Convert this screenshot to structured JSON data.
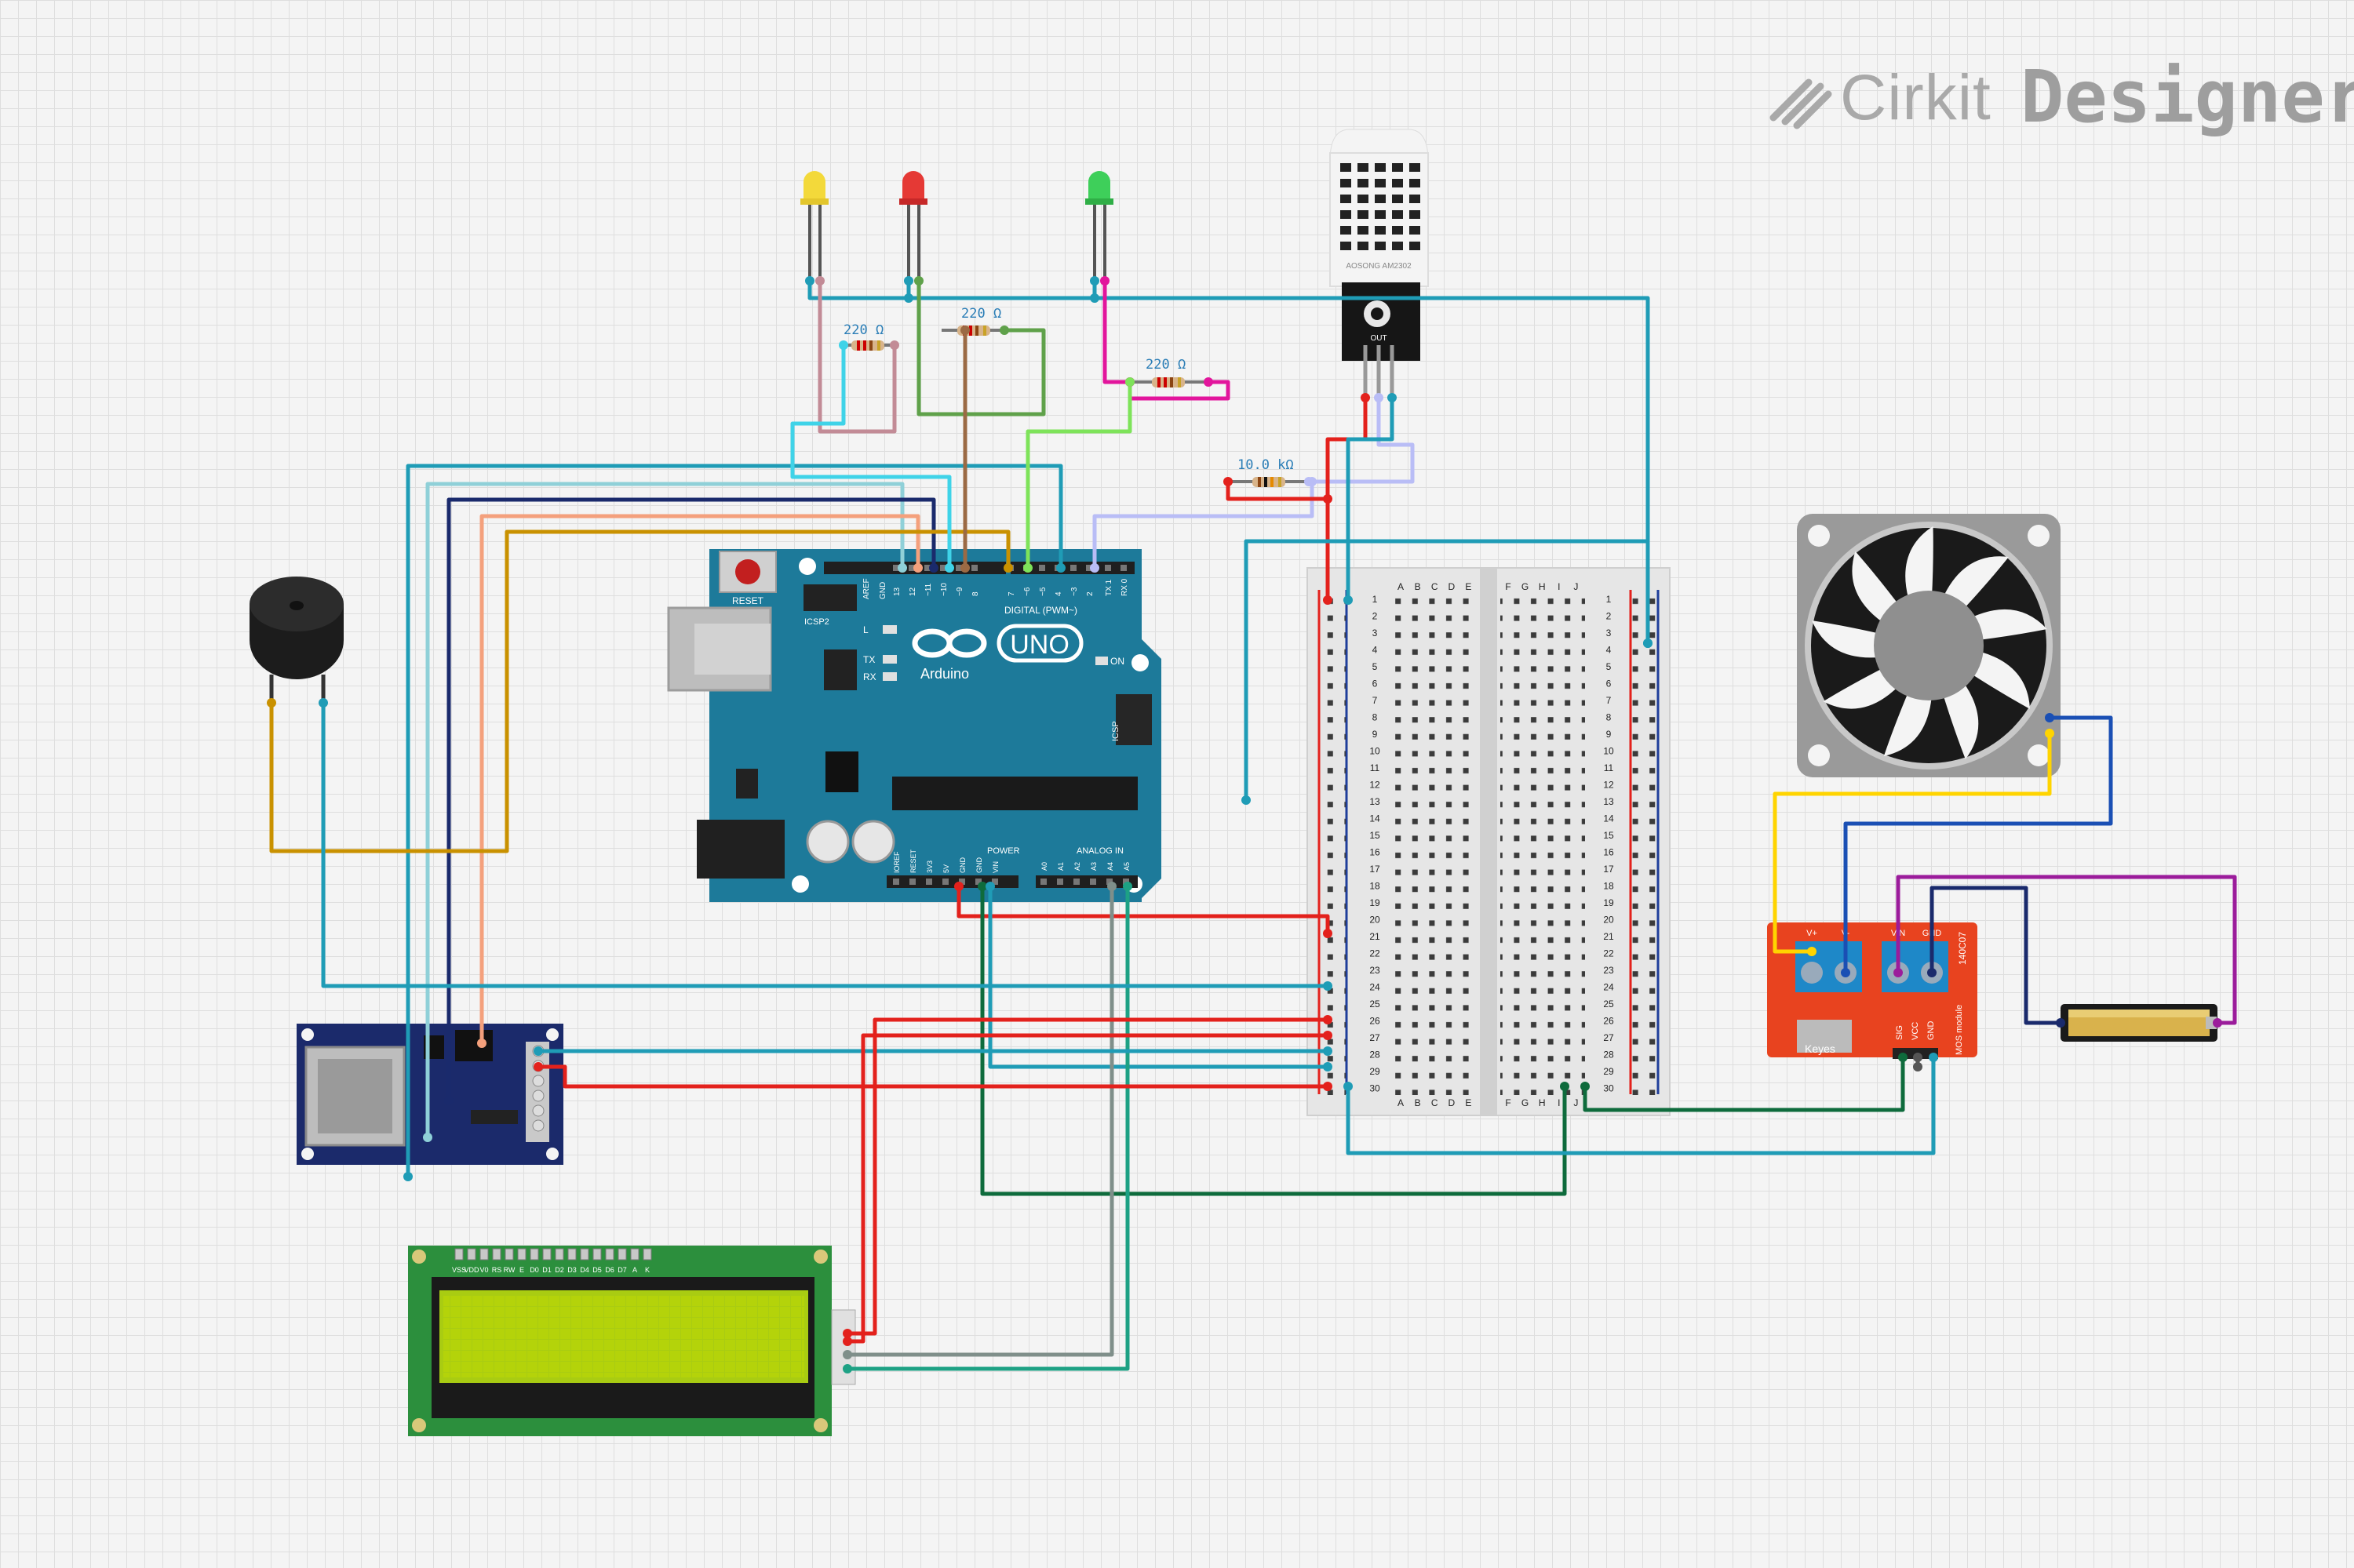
{
  "brand": {
    "logo_part1": "Cirkit",
    "logo_part2": "Designer"
  },
  "arduino": {
    "brand": "Arduino",
    "model": "UNO",
    "reset_label": "RESET",
    "icsp2_label": "ICSP2",
    "icsp_label": "ICSP",
    "on_label": "ON",
    "l_label": "L",
    "tx_label": "TX",
    "rx_label": "RX",
    "digital_label": "DIGITAL (PWM~)",
    "power_label": "POWER",
    "analog_label": "ANALOG IN",
    "aref_label": "AREF",
    "gnd_label": "GND",
    "top_pins": [
      "13",
      "12",
      "~11",
      "~10",
      "~9",
      "8",
      "7",
      "~6",
      "~5",
      "4",
      "~3",
      "2",
      "TX 1",
      "RX 0"
    ],
    "power_pins": [
      "IOREF",
      "RESET",
      "3V3",
      "5V",
      "GND",
      "GND",
      "VIN"
    ],
    "analog_pins": [
      "A0",
      "A1",
      "A2",
      "A3",
      "A4",
      "A5"
    ]
  },
  "resistors": [
    {
      "value": "220 Ω"
    },
    {
      "value": "220 Ω"
    },
    {
      "value": "220 Ω"
    },
    {
      "value": "10.0 kΩ"
    }
  ],
  "sensor": {
    "model": "AOSONG AM2302",
    "out_label": "OUT"
  },
  "breadboard": {
    "columns_left": [
      "A",
      "B",
      "C",
      "D",
      "E"
    ],
    "columns_right": [
      "F",
      "G",
      "H",
      "I",
      "J"
    ],
    "rows": 30
  },
  "mosfet_module": {
    "brand": "Keyes",
    "chip": "140C07",
    "terminal_labels": [
      "V+",
      "V-",
      "VIN",
      "GND"
    ],
    "pin_labels": [
      "SIG",
      "VCC",
      "GND"
    ],
    "side_label": "MOS module"
  },
  "lcd": {
    "pin_labels": [
      "VSS",
      "VDD",
      "V0",
      "RS",
      "RW",
      "E",
      "D0",
      "D1",
      "D2",
      "D3",
      "D4",
      "D5",
      "D6",
      "D7",
      "A",
      "K"
    ]
  },
  "leds": [
    {
      "color": "#f3d93a"
    },
    {
      "color": "#e53935"
    },
    {
      "color": "#3ecf5a"
    }
  ],
  "wire_colors": {
    "red": "#e3211c",
    "teal": "#1f9cb6",
    "navy": "#1a2a6c",
    "orange": "#c99100",
    "salmon": "#f4a07c",
    "cyan": "#3fd3e8",
    "pink": "#e2159c",
    "green": "#5fa14a",
    "lime": "#7ee35a",
    "brown": "#9b6a44",
    "lavender": "#b9bdf6",
    "darkgreen": "#0e6b3c",
    "gray": "#7f8f8a",
    "seafoam": "#1da184",
    "yellow": "#ffd400",
    "blue": "#1a4fb4",
    "purple": "#9b1c9b",
    "dusty": "#c28b96",
    "lightblue": "#8fd0d8"
  }
}
